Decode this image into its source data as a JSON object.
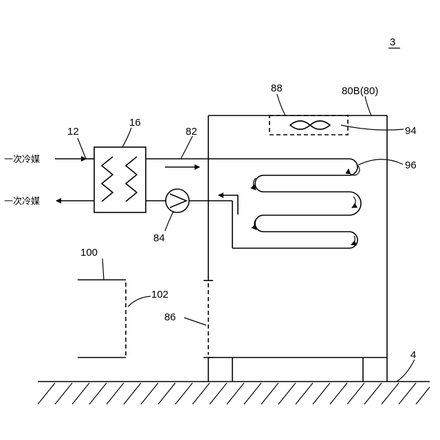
{
  "figure_number": "3",
  "refs": {
    "r12": "12",
    "r16": "16",
    "r82": "82",
    "r88": "88",
    "r80": "80B(80)",
    "r94": "94",
    "r96": "96",
    "r84": "84",
    "r100": "100",
    "r102": "102",
    "r86": "86",
    "r4": "4"
  },
  "refrigerant_labels": {
    "inlet": "一次冷媒",
    "outlet": "一次冷媒"
  }
}
